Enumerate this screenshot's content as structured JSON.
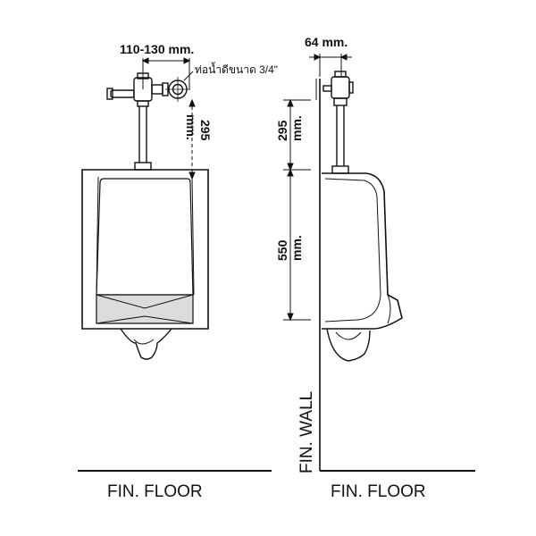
{
  "front_view": {
    "width_dim": "110-130 mm.",
    "pipe_note": "ท่อน้ำดีขนาด 3/4\"",
    "height_dim_value": "295",
    "height_dim_unit": "mm.",
    "floor_label": "FIN. FLOOR"
  },
  "side_view": {
    "depth_dim": "64 mm.",
    "upper_dim_value": "295",
    "upper_dim_unit": "mm.",
    "lower_dim_value": "550",
    "lower_dim_unit": "mm.",
    "wall_label": "FIN. WALL",
    "floor_label": "FIN. FLOOR"
  },
  "colors": {
    "line": "#111111",
    "fill_gray": "#dcdcdc"
  }
}
